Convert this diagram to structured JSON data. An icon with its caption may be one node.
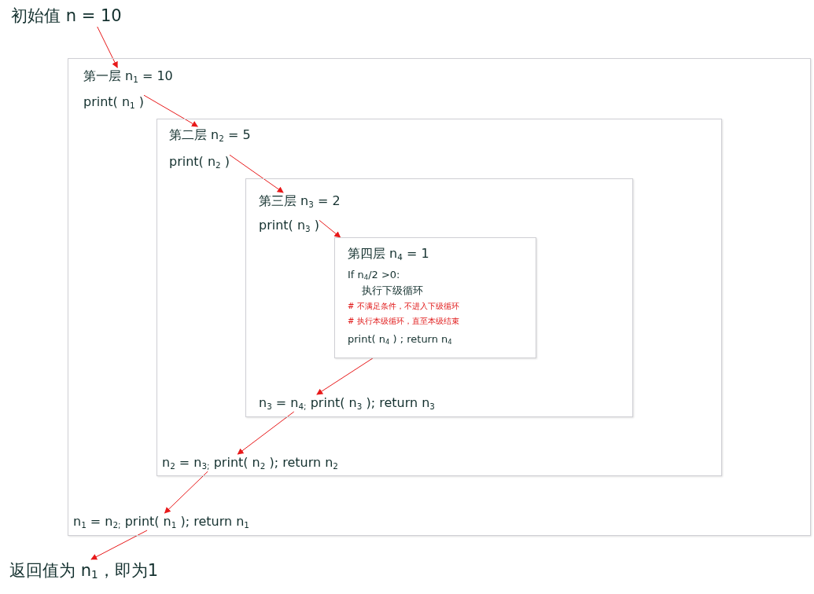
{
  "diagram": {
    "nodes": [
      {
        "text": [
          "初始值 n = 10"
        ]
      },
      {
        "text": [],
        "shape": "box"
      },
      {
        "text": [
          "第一层 n$_{1}$ = 10"
        ],
        "in": 1
      },
      {
        "text": [
          "print( n$_{1}$ )"
        ],
        "in": 1
      },
      {
        "text": [],
        "shape": "box",
        "in": 1
      },
      {
        "text": [
          "第二层 n$_{2}$ = 5"
        ],
        "in": 4
      },
      {
        "text": [
          "print( n$_{2}$ )"
        ],
        "in": 4
      },
      {
        "text": [],
        "shape": "box",
        "in": 4
      },
      {
        "text": [
          "第三层 n$_{3}$ = 2"
        ],
        "in": 7
      },
      {
        "text": [
          "print( n$_{3}$ )"
        ],
        "in": 7
      },
      {
        "text": [
          "第四层 n$_{4}$ = 1",
          "If n$_{4}$/2 >0:",
          "执行下级循环",
          "# 不满足条件，不进入下级循环",
          "# 执行本级循环，直至本级结束",
          "print( n$_{4}$ ) ;  return n$_{4}$"
        ],
        "in": 7
      },
      {
        "text": [
          "n$_{3}$ = n$_{4;}$ print( n$_{3}$ ); return n$_{3}$"
        ],
        "in": 7
      },
      {
        "text": [
          "n$_{2}$ = n$_{3;}$ print( n$_{2}$ ); return n$_{2}$"
        ],
        "in": 4
      },
      {
        "text": [
          "n$_{1}$ = n$_{2;}$ print( n$_{1}$ ); return n$_{1}$"
        ],
        "in": 1
      },
      {
        "text": [
          "返回值为 n$_{1}$，即为1"
        ]
      }
    ],
    "edges": [
      {
        "from": 0,
        "to": 2,
        "arrow": "to"
      },
      {
        "from": 3,
        "to": 5,
        "arrow": "to"
      },
      {
        "from": 6,
        "to": 8,
        "arrow": "to"
      },
      {
        "from": 9,
        "to": 10,
        "arrow": "to"
      },
      {
        "from": 10,
        "to": 11,
        "arrow": "to"
      },
      {
        "from": 11,
        "to": 12,
        "arrow": "to"
      },
      {
        "from": 12,
        "to": 13,
        "arrow": "to"
      },
      {
        "from": 13,
        "to": 14,
        "arrow": "to"
      }
    ]
  }
}
